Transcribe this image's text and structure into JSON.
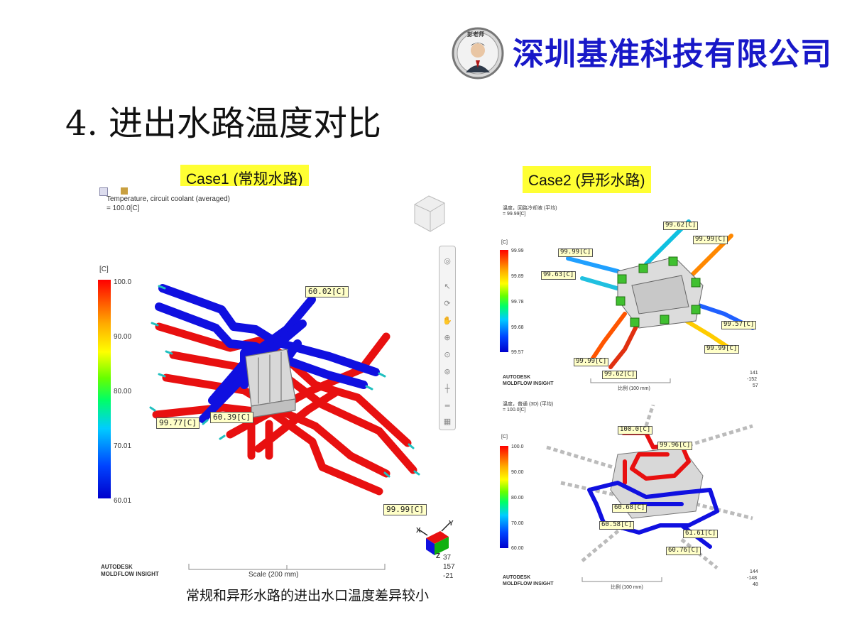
{
  "header": {
    "company": "深圳基准科技有限公司",
    "logo_text": "彭老师",
    "logo_icon": "portrait-seal-icon"
  },
  "slide": {
    "title": "4. 进出水路温度对比",
    "caption": "常规和异形水路的进出水口温度差异较小"
  },
  "case1": {
    "label": "Case1 (常规水路)",
    "result_title": "Temperature, circuit coolant (averaged)",
    "result_value": "= 100.0[C]",
    "unit": "[C]",
    "scale_ticks": [
      "100.0",
      "90.00",
      "80.00",
      "70.01",
      "60.01"
    ],
    "tags": [
      "60.02[C]",
      "60.39[C]",
      "99.77[C]",
      "99.99[C]"
    ],
    "scale_bar": "Scale (200 mm)",
    "brand_line1": "AUTODESK",
    "brand_line2": "MOLDFLOW INSIGHT",
    "axis_x": "X",
    "axis_y": "Y",
    "axis_z": "Z",
    "orientation": [
      "37",
      "157",
      "-21"
    ]
  },
  "case2": {
    "label": "Case2 (异形水路)",
    "top": {
      "result_title": "温度，回路冷却液 (平均)",
      "result_value": "= 99.99[C]",
      "unit": "[C]",
      "scale_ticks": [
        "99.99",
        "99.89",
        "99.78",
        "99.68",
        "99.57"
      ],
      "tags": [
        "99.62[C]",
        "99.99[C]",
        "99.99[C]",
        "99.63[C]",
        "99.57[C]",
        "99.99[C]",
        "99.99[C]",
        "99.62[C]"
      ],
      "scale_bar": "比例 (100 mm)",
      "brand_line1": "AUTODESK",
      "brand_line2": "MOLDFLOW INSIGHT",
      "orientation": [
        "141",
        "-152",
        "57"
      ]
    },
    "bottom": {
      "result_title": "温度，普通 (3D) (平均)",
      "result_value": "= 100.0[C]",
      "unit": "[C]",
      "scale_ticks": [
        "100.0",
        "90.00",
        "80.00",
        "70.00",
        "60.00"
      ],
      "tags": [
        "100.0[C]",
        "99.96[C]",
        "60.68[C]",
        "60.58[C]",
        "61.61[C]",
        "60.76[C]"
      ],
      "scale_bar": "比例 (100 mm)",
      "brand_line1": "AUTODESK",
      "brand_line2": "MOLDFLOW INSIGHT",
      "orientation": [
        "144",
        "-148",
        "48"
      ]
    }
  },
  "colors": {
    "title_blue": "#1818c8",
    "label_yellow": "#ffff33",
    "hot_red": "#e81010",
    "cold_blue": "#1010e0"
  }
}
